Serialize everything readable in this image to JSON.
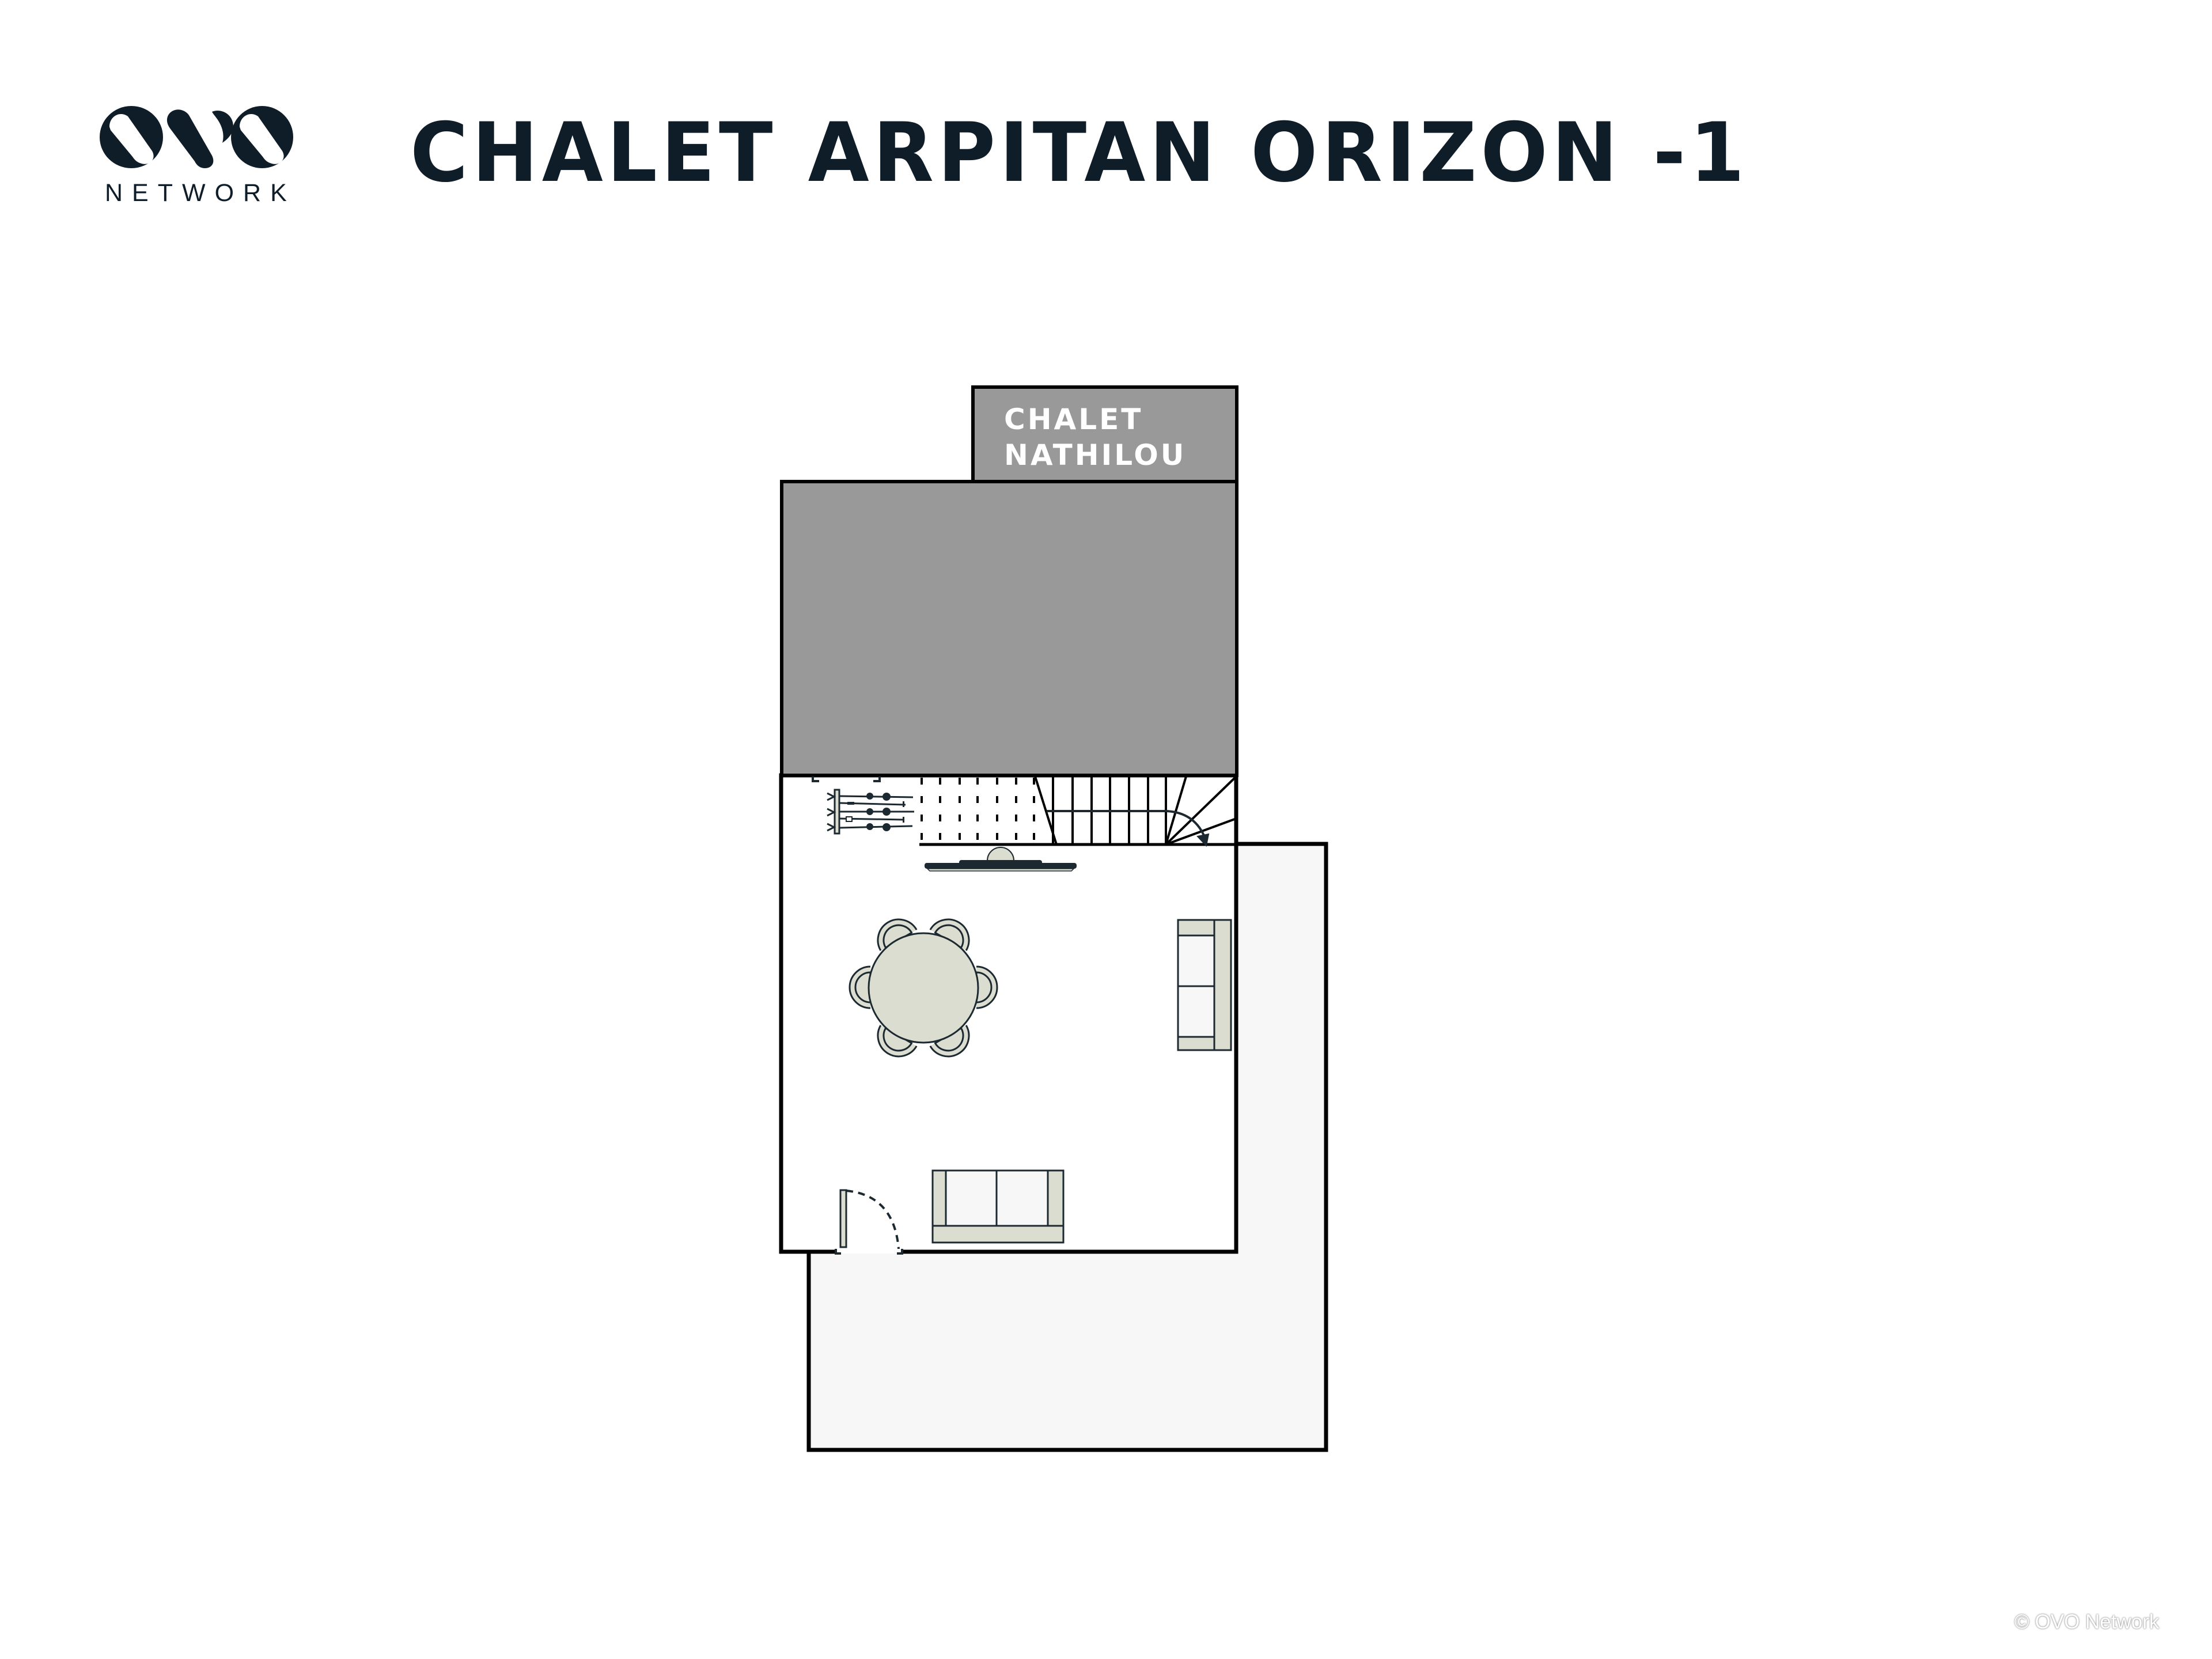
{
  "header": {
    "logo": {
      "brand": "OVO",
      "subtitle": "NETWORK"
    },
    "title": "CHALET ARPITAN ORIZON -1"
  },
  "floorplan": {
    "neighbor_unit": {
      "line1": "CHALET",
      "line2": "NATHILOU"
    },
    "rooms": [
      "neighbor-unit",
      "unheated-area",
      "living-room",
      "terrace"
    ],
    "furniture": [
      "ski-rack",
      "staircase",
      "tv",
      "round-dining-table",
      "six-dining-chairs",
      "sofa-right-wall",
      "sofa-bottom-wall",
      "entry-door"
    ],
    "colors": {
      "wall": "#000000",
      "unavailable": "#999999",
      "terrace": "#f7f7f7",
      "furniture": "#dcddd1",
      "furniture_outline": "#1c2930"
    }
  },
  "footer": {
    "copyright": "© OVO Network"
  }
}
